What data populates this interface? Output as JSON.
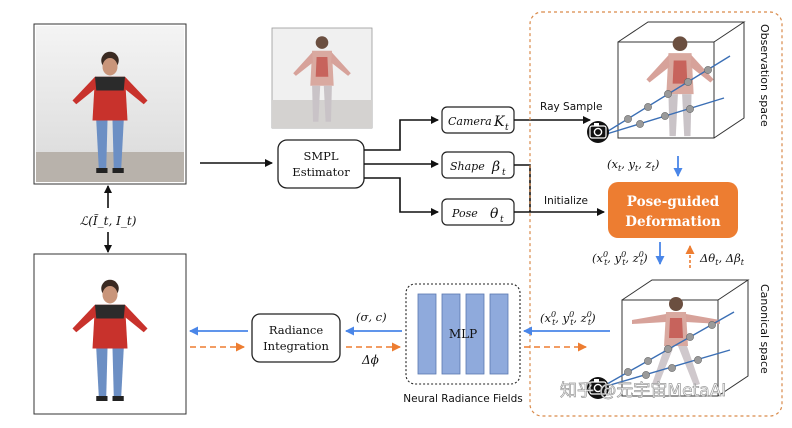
{
  "colors": {
    "orange": "#ed7d31",
    "blue": "#4a86e8",
    "mlp_blue": "#8faadc",
    "dashed_border": "#d98a4a"
  },
  "nodes": {
    "smpl": {
      "line1": "SMPL",
      "line2": "Estimator"
    },
    "camera": {
      "label": "Camera",
      "symbol": "K",
      "sub": "t"
    },
    "shape": {
      "label": "Shape",
      "symbol": "β",
      "sub": "t"
    },
    "pose": {
      "label": "Pose",
      "symbol": "θ",
      "sub": "t"
    },
    "deformation": {
      "line1": "Pose-guided",
      "line2": "Deformation"
    },
    "mlp": {
      "label": "MLP"
    },
    "radiance": {
      "line1": "Radiance",
      "line2": "Integration"
    }
  },
  "labels": {
    "ray_sample": "Ray Sample",
    "initialize": "Initialize",
    "observation_space": "Observation space",
    "canonical_space": "Canonical space",
    "neural_radiance_fields": "Neural Radiance Fields",
    "obs_coords": "(x_t, y_t, z_t)",
    "can_coords_right": "(x⁰_t, y⁰_t, z⁰_t)",
    "can_coords_mid": "(x⁰_t, y⁰_t, z⁰_t)",
    "delta_params": "Δθ_t, Δβ_t",
    "sigma_c": "(σ, c)",
    "delta_phi": "Δϕ",
    "loss": "ℒ(Ĩ_t, I_t)",
    "watermark": "知乎 @元宇宙MetaAI"
  },
  "icons": {
    "camera_top": "camera-icon",
    "camera_bottom": "camera-icon",
    "person_photo": "person-photo"
  }
}
